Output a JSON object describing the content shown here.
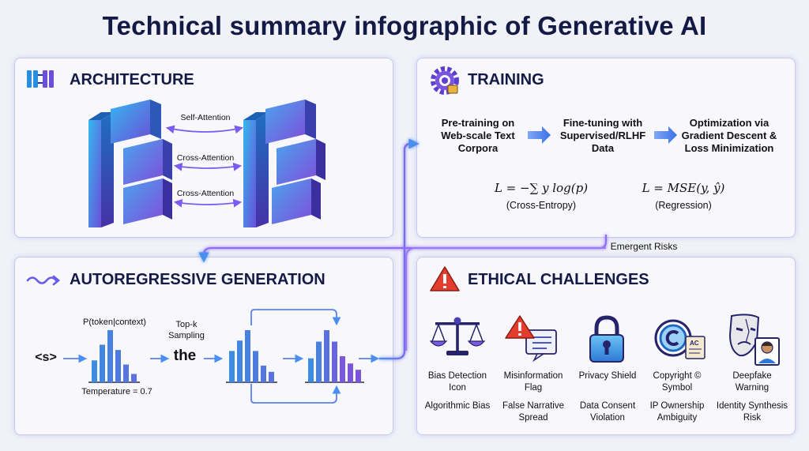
{
  "title": "Technical summary infographic of Generative AI",
  "architecture": {
    "heading": "ARCHITECTURE",
    "links": [
      "Self-Attention",
      "Cross-Attention",
      "Cross-Attention"
    ]
  },
  "training": {
    "heading": "TRAINING",
    "steps": [
      "Pre-training on Web-scale Text Corpora",
      "Fine-tuning with Supervised/RLHF Data",
      "Optimization via Gradient Descent & Loss Minimization"
    ],
    "formulas": [
      {
        "expr": "L = −∑ y log(p)",
        "caption": "(Cross-Entropy)"
      },
      {
        "expr": "L = MSE(y, ŷ)",
        "caption": "(Regression)"
      }
    ]
  },
  "connector_label": "Emergent Risks",
  "generation": {
    "heading": "AUTOREGRESSIVE GENERATION",
    "start_token": "<s>",
    "prob_label": "P(token|context)",
    "temperature": "Temperature = 0.7",
    "sampling": "Top-k Sampling",
    "output_token": "the",
    "dist1": [
      0.42,
      0.72,
      1.0,
      0.62,
      0.34,
      0.16
    ],
    "dist2": [
      0.6,
      0.8,
      1.0,
      0.6,
      0.32,
      0.2
    ],
    "dist3": [
      0.46,
      0.78,
      1.0,
      0.78,
      0.5,
      0.36,
      0.24
    ],
    "colors": {
      "bar_blue": "#3b8de0",
      "bar_purple": "#7b55d8"
    }
  },
  "ethics": {
    "heading": "ETHICAL CHALLENGES",
    "items": [
      {
        "icon": "scales-icon",
        "label": "Bias Detection Icon",
        "risk": "Algorithmic Bias"
      },
      {
        "icon": "warning-chat-icon",
        "label": "Misinformation Flag",
        "risk": "False Narrative Spread"
      },
      {
        "icon": "padlock-icon",
        "label": "Privacy Shield",
        "risk": "Data Consent Violation"
      },
      {
        "icon": "copyright-icon",
        "label": "Copyright © Symbol",
        "risk": "IP Ownership Ambiguity"
      },
      {
        "icon": "masks-icon",
        "label": "Deepfake Warning",
        "risk": "Identity Synthesis Risk"
      }
    ]
  }
}
